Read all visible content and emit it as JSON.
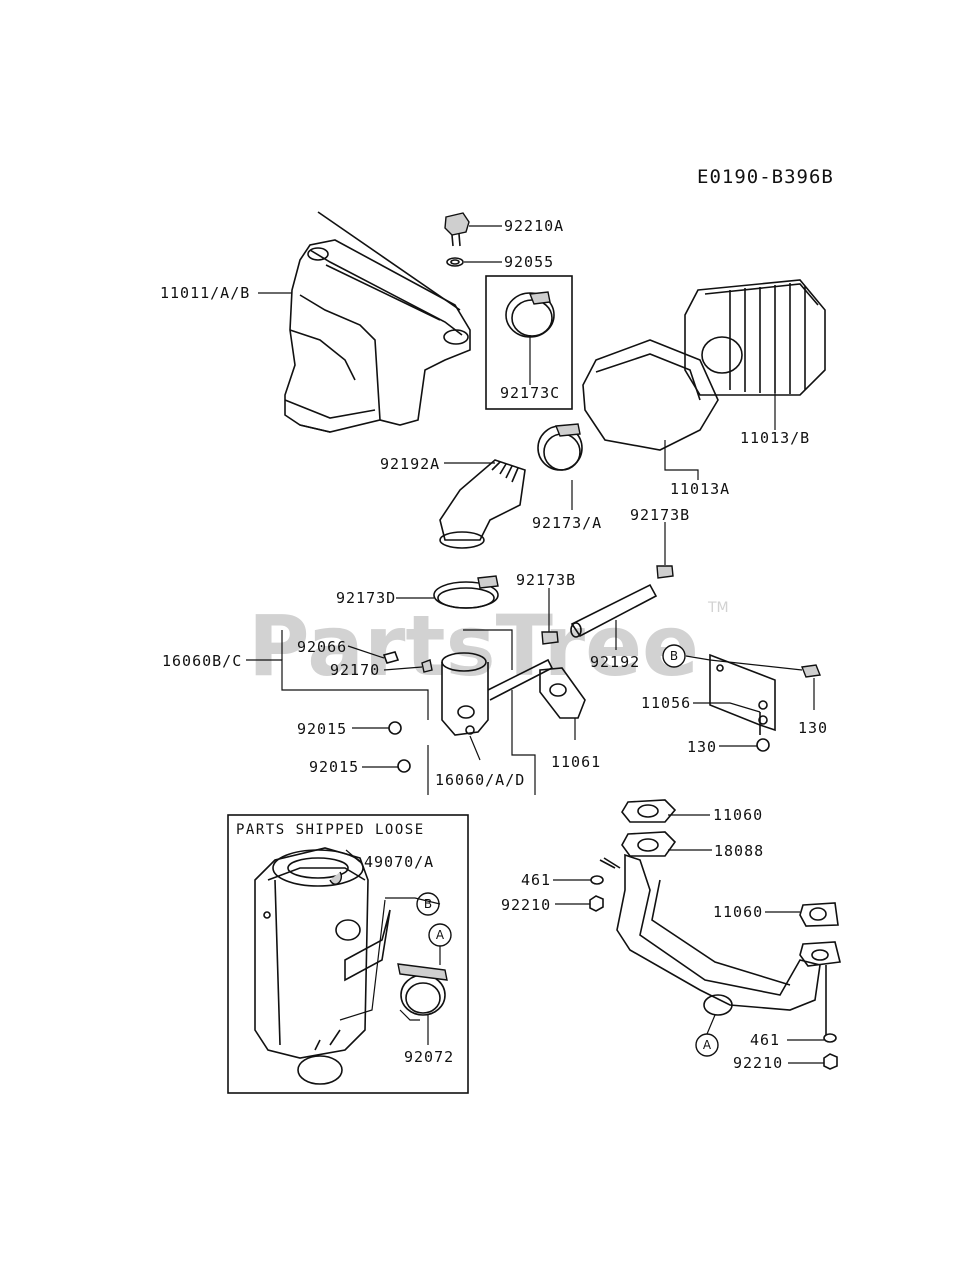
{
  "diagram_code": "E0190-B396B",
  "watermark": "PartsTree",
  "trademark": "TM",
  "loose_box_title": "PARTS SHIPPED LOOSE",
  "ref_a": "A",
  "ref_b": "B",
  "labels": {
    "p92210A": "92210A",
    "p92055": "92055",
    "p11011": "11011/A/B",
    "p92173C": "92173C",
    "p11013B": "11013/B",
    "p92192A": "92192A",
    "p11013A": "11013A",
    "p92173A": "92173/A",
    "p92173B_top": "92173B",
    "p92173B_mid": "92173B",
    "p92173D": "92173D",
    "p92066": "92066",
    "p16060BC": "16060B/C",
    "p92170": "92170",
    "p92192": "92192",
    "p11056": "11056",
    "p130_right": "130",
    "p130_left": "130",
    "p92015_a": "92015",
    "p92015_b": "92015",
    "p11061": "11061",
    "p16060AD": "16060/A/D",
    "p11060_top": "11060",
    "p49070A": "49070/A",
    "p18088": "18088",
    "p461_top": "461",
    "p92210_top": "92210",
    "p11060_right": "11060",
    "p92072": "92072",
    "p461_bottom": "461",
    "p92210_bottom": "92210"
  }
}
